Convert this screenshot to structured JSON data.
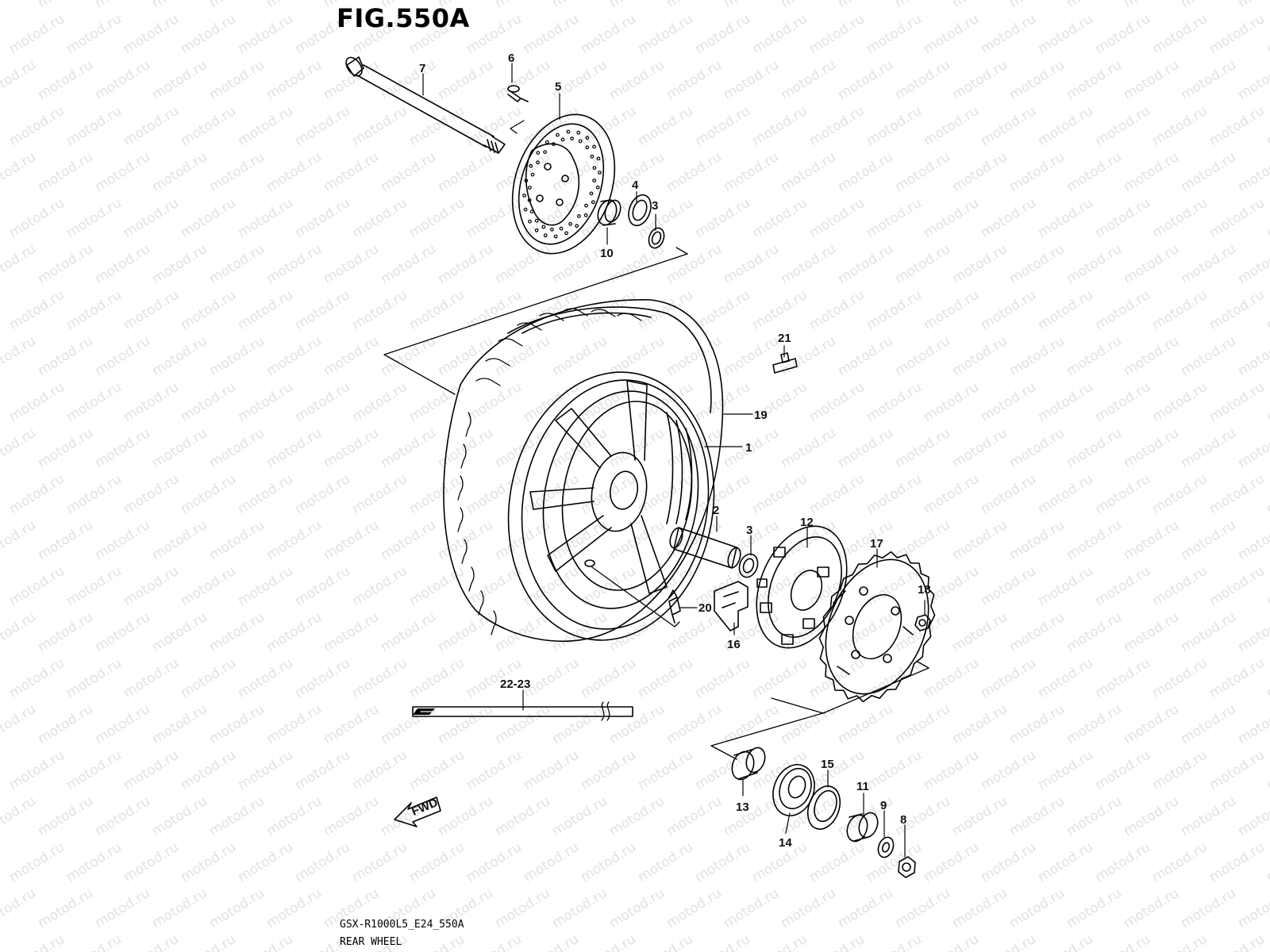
{
  "figure": {
    "title": "FIG.550A",
    "model_code": "GSX-R1000L5_E24_550A",
    "name": "REAR WHEEL",
    "watermark": "motod.ru",
    "fwd_label": "FWD"
  },
  "callouts": [
    {
      "id": "c1",
      "label": "1"
    },
    {
      "id": "c2",
      "label": "2"
    },
    {
      "id": "c3a",
      "label": "3"
    },
    {
      "id": "c3b",
      "label": "3"
    },
    {
      "id": "c4",
      "label": "4"
    },
    {
      "id": "c5",
      "label": "5"
    },
    {
      "id": "c6",
      "label": "6"
    },
    {
      "id": "c7",
      "label": "7"
    },
    {
      "id": "c8",
      "label": "8"
    },
    {
      "id": "c9",
      "label": "9"
    },
    {
      "id": "c10",
      "label": "10"
    },
    {
      "id": "c11",
      "label": "11"
    },
    {
      "id": "c12",
      "label": "12"
    },
    {
      "id": "c13",
      "label": "13"
    },
    {
      "id": "c14",
      "label": "14"
    },
    {
      "id": "c15",
      "label": "15"
    },
    {
      "id": "c16",
      "label": "16"
    },
    {
      "id": "c17",
      "label": "17"
    },
    {
      "id": "c18",
      "label": "18"
    },
    {
      "id": "c19",
      "label": "19"
    },
    {
      "id": "c20",
      "label": "20"
    },
    {
      "id": "c21",
      "label": "21"
    },
    {
      "id": "c2223",
      "label": "22-23"
    }
  ]
}
